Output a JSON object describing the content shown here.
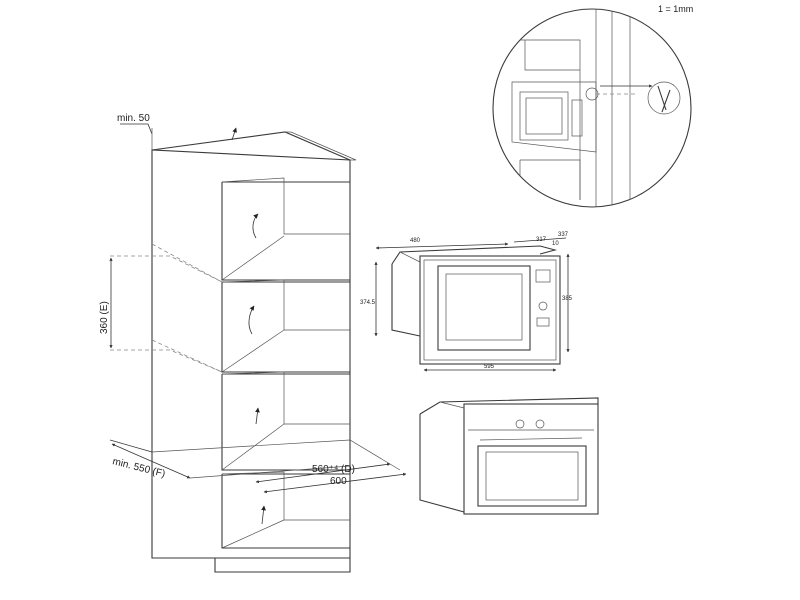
{
  "scale_note": "1 = 1mm",
  "cabinet": {
    "top_clearance": "min. 50",
    "niche_height": "360 (E)",
    "depth_min": "min. 550 (F)",
    "niche_depth": "560⁺⁴ (D)",
    "width": "600"
  },
  "microwave": {
    "dim_depth": "480",
    "dim_top_a": "317",
    "dim_top_b": "337",
    "dim_top_c": "10",
    "dim_height_side": "385",
    "dim_height_front": "374.5",
    "dim_width": "595"
  },
  "icons": [
    "airflow-arrow-icon",
    "detail-magnifier-icon",
    "control-knob-icon"
  ]
}
